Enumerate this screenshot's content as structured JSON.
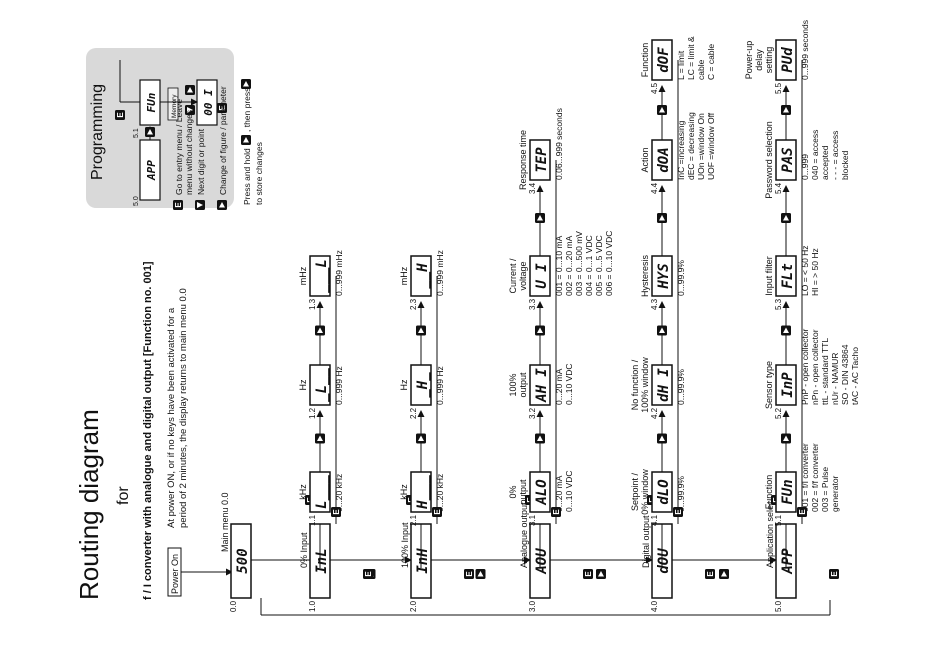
{
  "title": {
    "main": "Routing diagram",
    "for": "for",
    "subtitle": "f / I converter with analogue and digital output [Function no. 001]",
    "note_line1": "At power ON, or if no keys have been activated for a",
    "note_line2": "period of 2 minutes, the display returns to main menu 0.0"
  },
  "power_on": "Power On",
  "main_menu": {
    "label": "Main menu 0.0",
    "num": "0.0",
    "display": "500"
  },
  "rows": [
    {
      "num": "1.0",
      "display": "InL",
      "label": "0% Input",
      "subs": [
        {
          "num": "1.1",
          "display": "L___",
          "top": "kHz",
          "range": [
            "0...20 kHz"
          ]
        },
        {
          "num": "1.2",
          "display": "_L__",
          "top": "Hz",
          "range": [
            "0...999 Hz"
          ]
        },
        {
          "num": "1.3",
          "display": "___L",
          "top": "mHz",
          "range": [
            "0...999 mHz"
          ]
        }
      ]
    },
    {
      "num": "2.0",
      "display": "InH",
      "label": "100% Input",
      "subs": [
        {
          "num": "2.1",
          "display": "H___",
          "top": "kHz",
          "range": [
            "0...20 kHz"
          ]
        },
        {
          "num": "2.2",
          "display": "_H_",
          "top": "Hz",
          "range": [
            "0...999 Hz"
          ]
        },
        {
          "num": "2.3",
          "display": "__H",
          "top": "mHz",
          "range": [
            "0...999 mHz"
          ]
        }
      ]
    },
    {
      "num": "3.0",
      "display": "AOU",
      "label": "Analogue output",
      "subs": [
        {
          "num": "3.1",
          "display": "ALO",
          "top": "0%|output",
          "range": [
            "0...20 mA",
            "0...10 VDC"
          ]
        },
        {
          "num": "3.2",
          "display": "AH I",
          "top": "100%|output",
          "range": [
            "0...20 mA",
            "0...10 VDC"
          ]
        },
        {
          "num": "3.3",
          "display": "U  I",
          "top": "Current /|voltage",
          "range": [
            "001 = 0...10 mA",
            "002 = 0...20 mA",
            "003 = 0...500 mV",
            "004 = 0...1 VDC",
            "005 = 0...5 VDC",
            "006 = 0...10 VDC"
          ]
        },
        {
          "num": "3.4",
          "display": "TEP",
          "top": "Response time",
          "range": [
            "0.06...999 seconds"
          ]
        }
      ]
    },
    {
      "num": "4.0",
      "display": "dOU",
      "label": "Digital output",
      "subs": [
        {
          "num": "4.1",
          "display": "dLO",
          "top": "Setpoint /|0% window",
          "range": [
            "0...99.9%"
          ]
        },
        {
          "num": "4.2",
          "display": "dH I",
          "top": "No function /|100% window",
          "range": [
            "0...99.9%"
          ]
        },
        {
          "num": "4.3",
          "display": "HYS",
          "top": "Hysteresis",
          "range": [
            "0...99.9%"
          ]
        },
        {
          "num": "4.4",
          "display": "dOA",
          "top": "Action",
          "range": [
            "InC =increasing",
            "dEC = decreasing",
            "UOn =window  On",
            "UOF =window  Off"
          ]
        },
        {
          "num": "4.5",
          "display": "dOF",
          "top": "Function",
          "range": [
            "L   = limit",
            "LC = limit &",
            "          cable",
            "C   = cable"
          ]
        }
      ]
    },
    {
      "num": "5.0",
      "display": "APP",
      "label": "Application selec.",
      "subs": [
        {
          "num": "5.1",
          "display": "FUn",
          "top": "Function",
          "range": [
            "001 = f/I converter",
            "002 = f/f converter",
            "003 = Pulse",
            "          generator"
          ]
        },
        {
          "num": "5.2",
          "display": "InP",
          "top": "Sensor type",
          "range": [
            "PnP - open collector",
            "nPn - open collector",
            "ttL  - standard TTL",
            "nUr  - NAMUR",
            "SO  - DIN 43864",
            "tAC - AC Tacho"
          ]
        },
        {
          "num": "5.3",
          "display": "FLt",
          "top": "Input filter",
          "range": [
            "LO = < 50 Hz",
            "HI  = > 50 Hz"
          ]
        },
        {
          "num": "5.4",
          "display": "PAS",
          "top": "Password selection",
          "range": [
            "0...999",
            "040 = access",
            "         accepted",
            "- - - = access",
            "           blocked"
          ]
        },
        {
          "num": "5.5",
          "display": "PUd",
          "top": "Power-up|delay|setting",
          "range": [
            "0...999 seconds"
          ]
        }
      ]
    }
  ],
  "programming": {
    "title": "Programming",
    "num_a": "5.0",
    "num_b": "5.1",
    "disp_a": "APP",
    "disp_b": "FUn",
    "disp_c": "00 I",
    "memory": "Memory",
    "legend": [
      {
        "icon": "E",
        "line1": "Go to entry menu / Leave",
        "line2": "menu without changes"
      },
      {
        "icon": "▶",
        "line1": "Next digit or point",
        "line2": ""
      },
      {
        "icon": "▲",
        "line1": "Change of figure / parameter",
        "line2": ""
      }
    ],
    "press_line1a": "Press and hold",
    "press_line1b": ", then press",
    "press_line2": "to store changes"
  }
}
